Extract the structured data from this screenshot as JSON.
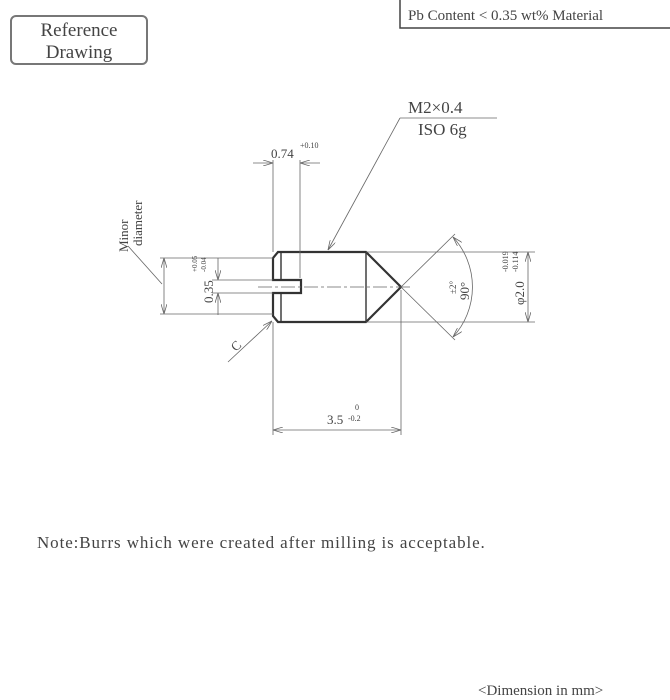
{
  "header": {
    "reference_label_line1": "Reference",
    "reference_label_line2": "Drawing",
    "material": "Pb Content < 0.35 wt% Material"
  },
  "drawing": {
    "thread_spec": "M2×0.4",
    "thread_class": "ISO 6g",
    "slot_width": "0.74",
    "slot_width_tol": "+0.10",
    "minor_diameter_line1": "Minor",
    "minor_diameter_line2": "diameter",
    "slot_depth": "0.35",
    "slot_depth_tol_upper": "+0.05",
    "slot_depth_tol_lower": "-0.04",
    "chamfer": "C",
    "angle": "90°",
    "angle_tol": "±2°",
    "diameter": "φ2.0",
    "diameter_tol_upper": "-0.019",
    "diameter_tol_lower": "-0.114",
    "length": "3.5",
    "length_tol_upper": "0",
    "length_tol_lower": "-0.2"
  },
  "note": "Note:Burrs which were created after milling is acceptable.",
  "units": "<Dimension in mm>"
}
